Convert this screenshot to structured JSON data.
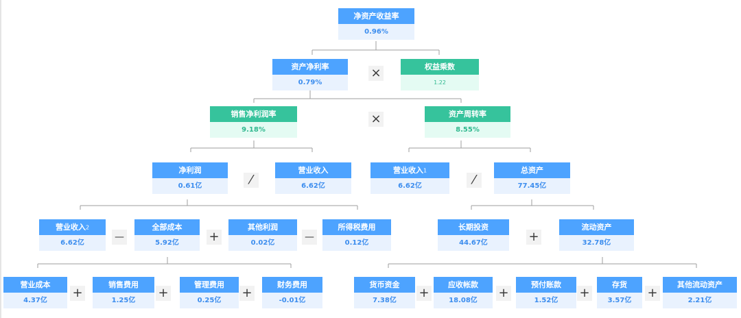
{
  "nodes": {
    "roe": {
      "title": "净资产收益率",
      "value": "0.96%"
    },
    "net_asset_margin": {
      "title": "资产净利率",
      "value": "0.79%"
    },
    "equity_multiplier": {
      "title": "权益乘数",
      "value": "1.22"
    },
    "net_profit_margin": {
      "title": "销售净利润率",
      "value": "9.18%"
    },
    "asset_turnover": {
      "title": "资产周转率",
      "value": "8.55%"
    },
    "net_profit": {
      "title": "净利润",
      "value": "0.61亿"
    },
    "revenue": {
      "title": "营业收入",
      "value": "6.62亿"
    },
    "revenue_1": {
      "title": "营业收入",
      "sub": "1",
      "value": "6.62亿"
    },
    "total_assets": {
      "title": "总资产",
      "value": "77.45亿"
    },
    "revenue_2": {
      "title": "营业收入",
      "sub": "2",
      "value": "6.62亿"
    },
    "total_cost": {
      "title": "全部成本",
      "value": "5.92亿"
    },
    "other_profit": {
      "title": "其他利润",
      "value": "0.02亿"
    },
    "income_tax": {
      "title": "所得税费用",
      "value": "0.12亿"
    },
    "long_term_inv": {
      "title": "长期投资",
      "value": "44.67亿"
    },
    "current_assets": {
      "title": "流动资产",
      "value": "32.78亿"
    },
    "operating_cost": {
      "title": "营业成本",
      "value": "4.37亿"
    },
    "selling_exp": {
      "title": "销售费用",
      "value": "1.25亿"
    },
    "admin_exp": {
      "title": "管理费用",
      "value": "0.25亿"
    },
    "finance_exp": {
      "title": "财务费用",
      "value": "-0.01亿"
    },
    "cash": {
      "title": "货币资金",
      "value": "7.38亿"
    },
    "receivables": {
      "title": "应收帐款",
      "value": "18.08亿"
    },
    "prepayments": {
      "title": "预付账款",
      "value": "1.52亿"
    },
    "inventory": {
      "title": "存货",
      "value": "3.57亿"
    },
    "other_current": {
      "title": "其他流动资产",
      "value": "2.21亿"
    }
  },
  "operators": {
    "times": "×",
    "divide": "⁄",
    "minus": "—",
    "plus": "+"
  },
  "colors": {
    "blue_header": "#4da3ff",
    "blue_body": "#e9f2fe",
    "green_header": "#36c39c",
    "green_body": "#e4fbf3",
    "connector": "#9e9e9e"
  }
}
